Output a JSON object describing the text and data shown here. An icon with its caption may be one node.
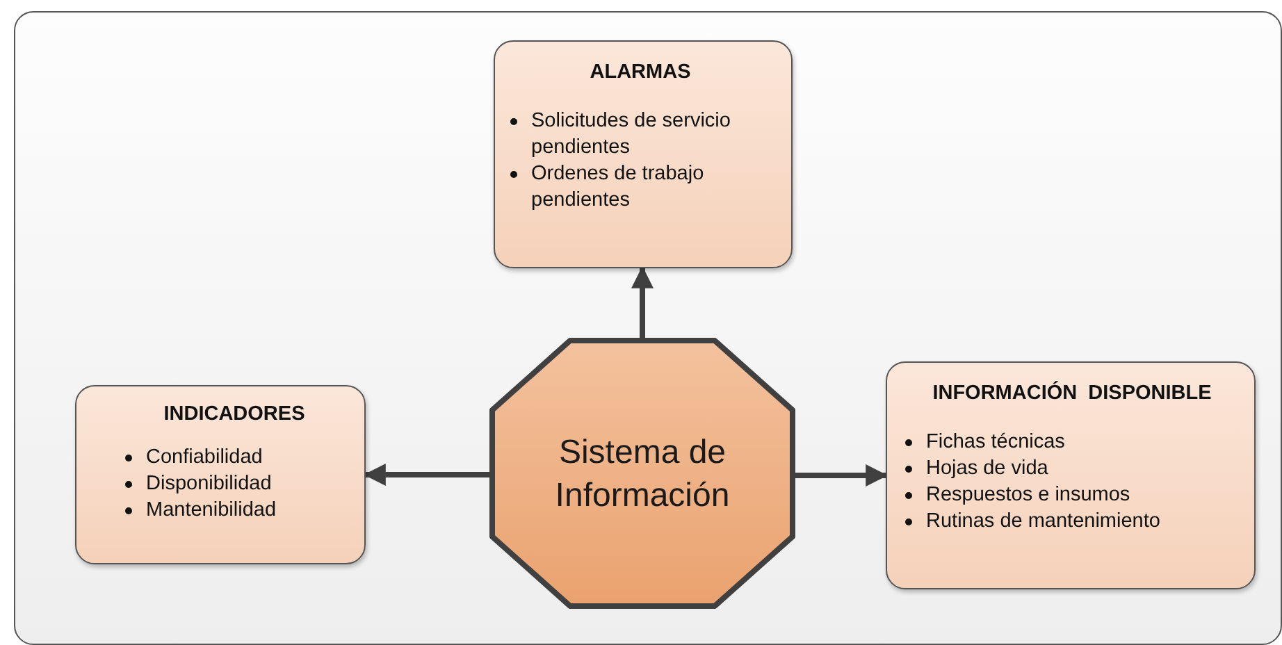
{
  "diagram": {
    "nodes": [
      {
        "text": [
          "ALARMAS",
          "Solicitudes de servicio pendientes",
          "Ordenes de trabajo pendientes"
        ]
      },
      {
        "text": [
          "INDICADORES",
          "Confiabilidad",
          "Disponibilidad",
          "Mantenibilidad"
        ]
      },
      {
        "text": [
          "Sistema de Información"
        ]
      },
      {
        "text": [
          "INFORMACIÓN  DISPONIBLE",
          "Fichas técnicas",
          "Hojas de vida",
          "Respuestos e insumos",
          "Rutinas de mantenimiento"
        ]
      }
    ],
    "edges": [
      {
        "from": 2,
        "to": 0,
        "arrow": "to"
      },
      {
        "from": 2,
        "to": 1,
        "arrow": "to"
      },
      {
        "from": 2,
        "to": 3,
        "arrow": "to"
      }
    ]
  }
}
